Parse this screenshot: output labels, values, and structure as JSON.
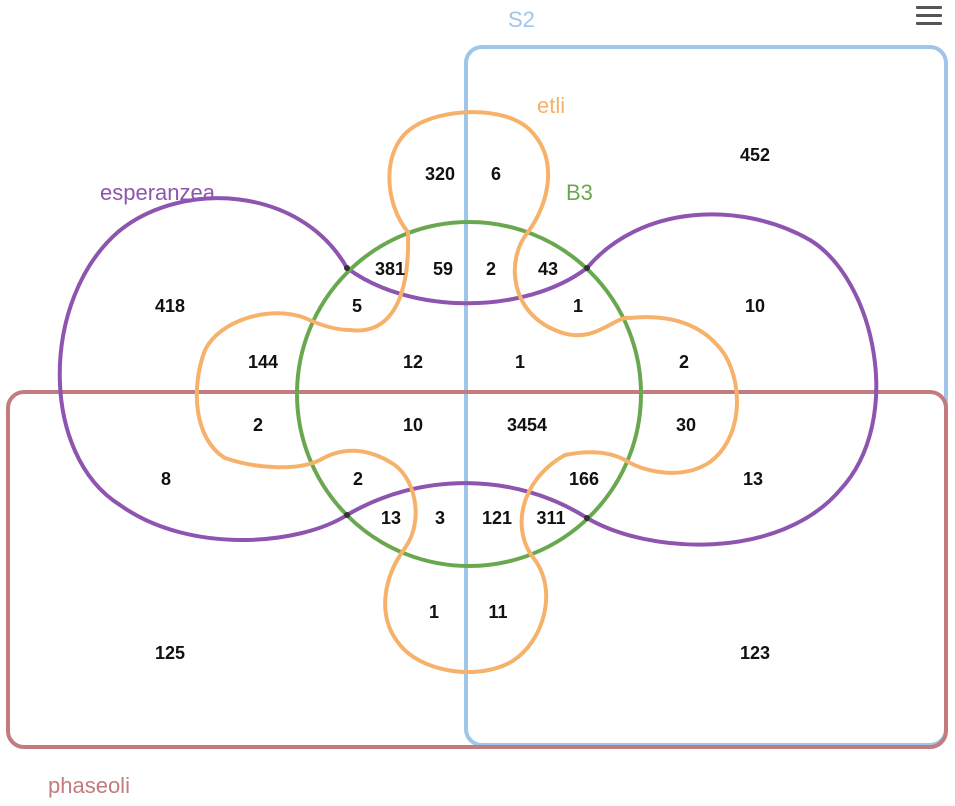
{
  "diagram": {
    "sets": [
      {
        "key": "s2",
        "label": "S2",
        "color": "#9fc5e8"
      },
      {
        "key": "etli",
        "label": "etli",
        "color": "#f6b26b"
      },
      {
        "key": "b3",
        "label": "B3",
        "color": "#6aa84f"
      },
      {
        "key": "esperanzea",
        "label": "esperanzea",
        "color": "#8e55b0"
      },
      {
        "key": "phaseoli",
        "label": "phaseoli",
        "color": "#c27b7e"
      }
    ],
    "regions": [
      "320",
      "6",
      "452",
      "381",
      "59",
      "2",
      "43",
      "418",
      "5",
      "1",
      "10",
      "144",
      "12",
      "1",
      "2",
      "2",
      "10",
      "3454",
      "30",
      "8",
      "2",
      "166",
      "13",
      "13",
      "3",
      "121",
      "311",
      "1",
      "11",
      "125",
      "123"
    ]
  },
  "toolbar": {
    "menu_icon": "hamburger-menu-icon"
  }
}
